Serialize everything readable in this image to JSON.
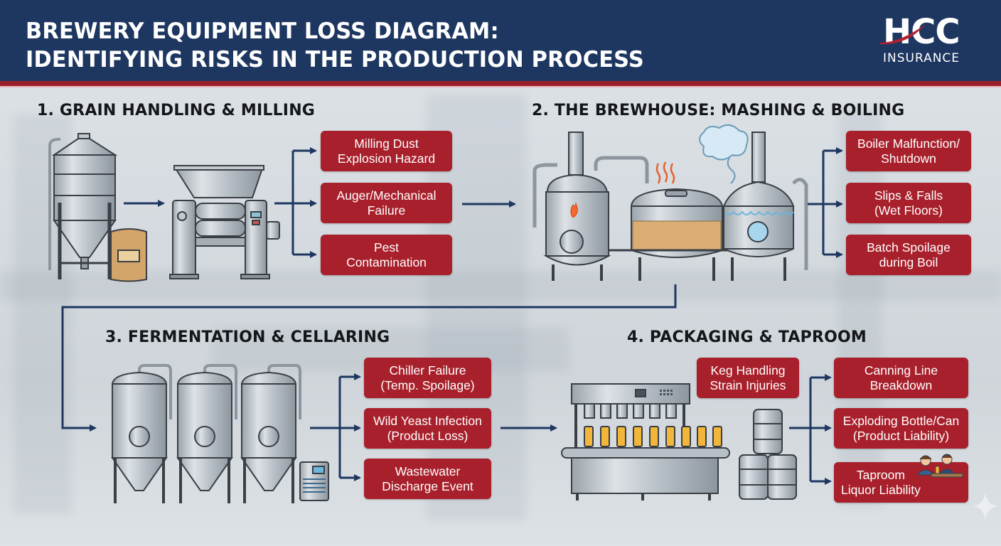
{
  "header": {
    "title_line1": "BREWERY EQUIPMENT LOSS DIAGRAM:",
    "title_line2": "IDENTIFYING RISKS IN THE PRODUCTION PROCESS",
    "logo_mark": "HCC",
    "logo_sub": "INSURANCE"
  },
  "colors": {
    "header_bg": "#1e3761",
    "accent_red": "#a8202b",
    "arrow": "#1e3761",
    "stripe": "#9a1f2a"
  },
  "sections": [
    {
      "title": "1. GRAIN HANDLING & MILLING",
      "illustrations": [
        "grain-silo",
        "grain-sack",
        "roller-mill"
      ],
      "risks": [
        "Milling Dust\nExplosion Hazard",
        "Auger/Mechanical\nFailure",
        "Pest\nContamination"
      ]
    },
    {
      "title": "2. THE BREWHOUSE: MASHING & BOILING",
      "illustrations": [
        "hot-liquor-tank",
        "mash-tun",
        "brew-kettle",
        "steam-cloud"
      ],
      "risks": [
        "Boiler Malfunction/\nShutdown",
        "Slips & Falls\n(Wet Floors)",
        "Batch Spoilage\nduring Boil"
      ]
    },
    {
      "title": "3. FERMENTATION & CELLARING",
      "illustrations": [
        "fermenter-tank",
        "fermenter-tank",
        "fermenter-tank",
        "glycol-chiller"
      ],
      "risks": [
        "Chiller Failure\n(Temp. Spoilage)",
        "Wild Yeast Infection\n(Product Loss)",
        "Wastewater\nDischarge Event"
      ]
    },
    {
      "title": "4. PACKAGING & TAPROOM",
      "illustrations": [
        "canning-line",
        "keg-stack",
        "bartenders"
      ],
      "side_risk": "Keg Handling\nStrain Injuries",
      "risks": [
        "Canning Line\nBreakdown",
        "Exploding Bottle/Can\n(Product Liability)",
        "Taproom\nLiquor Liability"
      ]
    }
  ]
}
